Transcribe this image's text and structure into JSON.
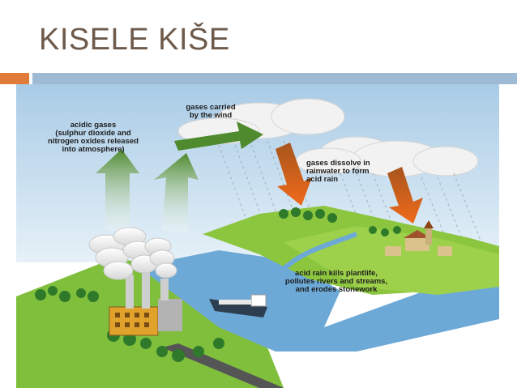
{
  "title": "KISELE KIŠE",
  "labels": {
    "acidic_gases": "acidic gases\n(sulphur dioxide and\nnitrogen oxides released\ninto atmosphere)",
    "gases_wind": "gases carried\nby the wind",
    "gases_dissolve": "gases dissolve in\nrainwater to form\nacid rain",
    "acid_rain_kills": "acid rain kills plantlife,\npollutes rivers and streams,\nand erodes stonework"
  },
  "colors": {
    "title": "#6e5a4a",
    "accent_orange": "#e07b39",
    "accent_blue": "#9fbad4",
    "sky": "#cfe3f2",
    "land": "#8cc63f",
    "water": "#6da9d6",
    "arrow_green": "#5e8f3a",
    "arrow_orange": "#e8641c"
  }
}
